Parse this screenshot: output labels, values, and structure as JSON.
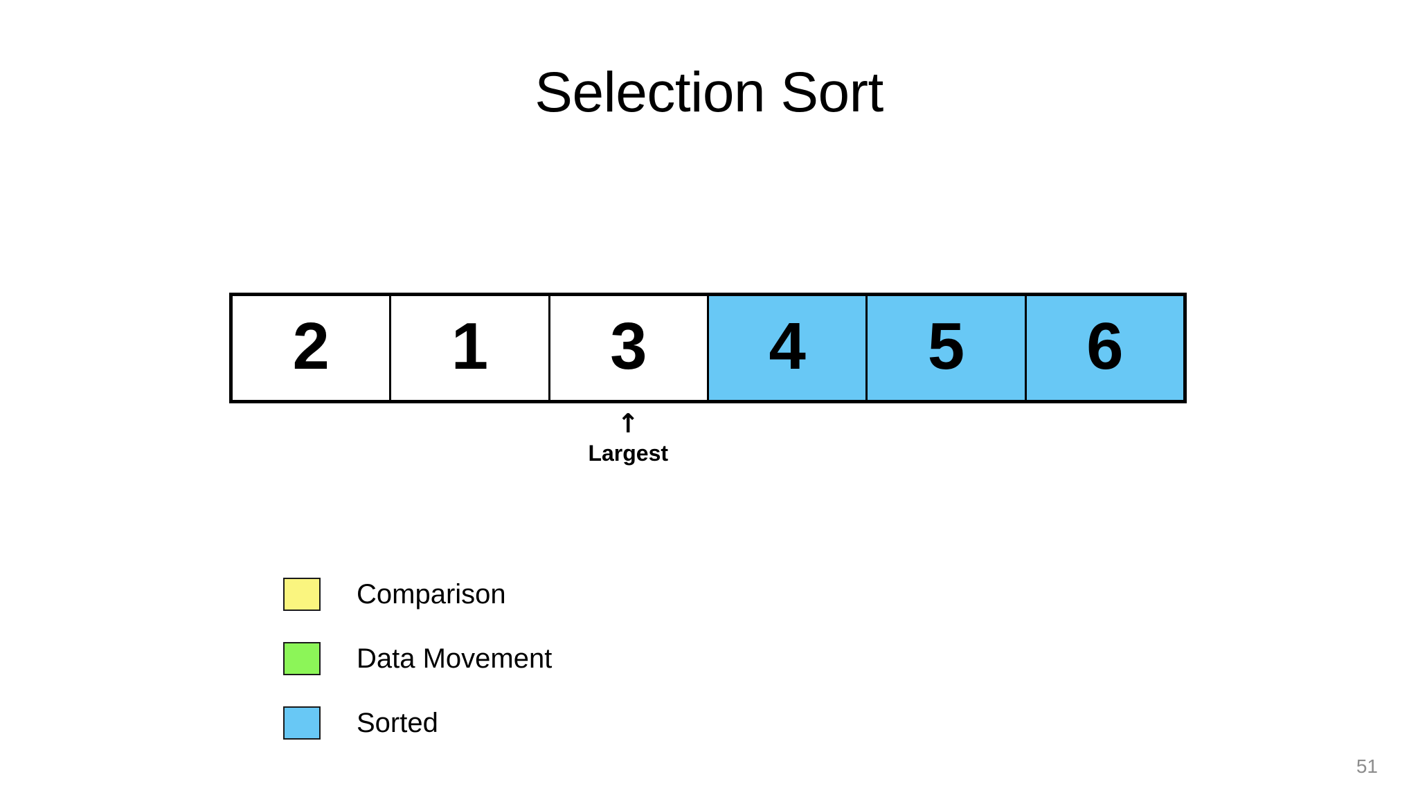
{
  "slide": {
    "title": "Selection Sort",
    "page_number": "51",
    "background_color": "#ffffff"
  },
  "array": {
    "cells": [
      {
        "value": "2",
        "state": "unsorted",
        "fill": "#ffffff"
      },
      {
        "value": "1",
        "state": "unsorted",
        "fill": "#ffffff"
      },
      {
        "value": "3",
        "state": "unsorted",
        "fill": "#ffffff"
      },
      {
        "value": "4",
        "state": "sorted",
        "fill": "#68c8f5"
      },
      {
        "value": "5",
        "state": "sorted",
        "fill": "#68c8f5"
      },
      {
        "value": "6",
        "state": "sorted",
        "fill": "#68c8f5"
      }
    ],
    "border_color": "#000000"
  },
  "pointer": {
    "arrow": "↑",
    "label": "Largest",
    "target_index": 2
  },
  "legend": {
    "items": [
      {
        "label": "Comparison",
        "color": "#faf57f"
      },
      {
        "label": "Data Movement",
        "color": "#8cf558"
      },
      {
        "label": "Sorted",
        "color": "#68c8f5"
      }
    ]
  }
}
